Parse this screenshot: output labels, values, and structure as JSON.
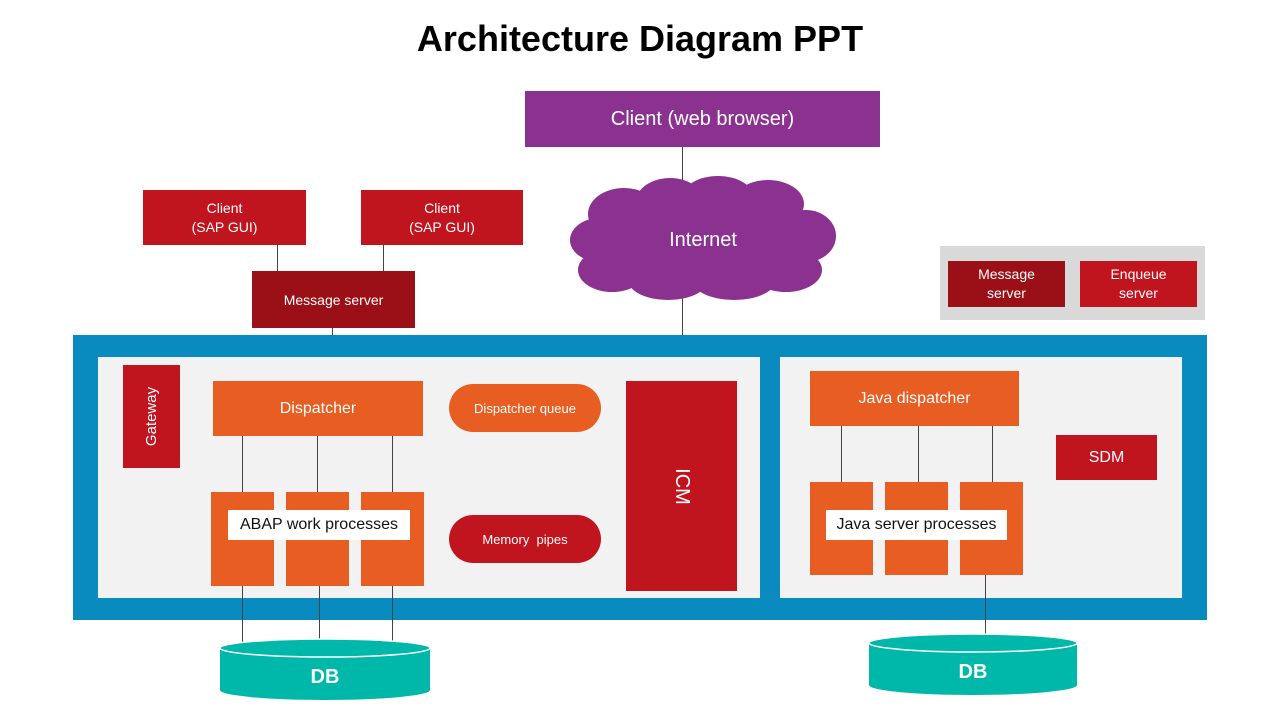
{
  "title": "Architecture Diagram PPT",
  "client_web": "Client (web browser)",
  "internet": "Internet",
  "client_sap_1": {
    "line1": "Client",
    "line2": "(SAP GUI)"
  },
  "client_sap_2": {
    "line1": "Client",
    "line2": "(SAP GUI)"
  },
  "message_server_left": "Message server",
  "message_server_right": {
    "line1": "Message",
    "line2": "server"
  },
  "enqueue_server": {
    "line1": "Enqueue",
    "line2": "server"
  },
  "gateway": "Gateway",
  "dispatcher": "Dispatcher",
  "dispatcher_queue": "Dispatcher queue",
  "memory_pipes": "Memory  pipes",
  "icm": "ICM",
  "abap_work_processes": "ABAP work processes",
  "java_dispatcher": "Java dispatcher",
  "sdm": "SDM",
  "java_server_processes": "Java server processes",
  "db_left": "DB",
  "db_right": "DB",
  "colors": {
    "purple": "#8b3290",
    "red": "#c0141f",
    "dark_red": "#9b1016",
    "orange": "#e85d22",
    "blue": "#0a8bc0",
    "teal": "#00b8a9",
    "panel": "#f2f2f2"
  }
}
